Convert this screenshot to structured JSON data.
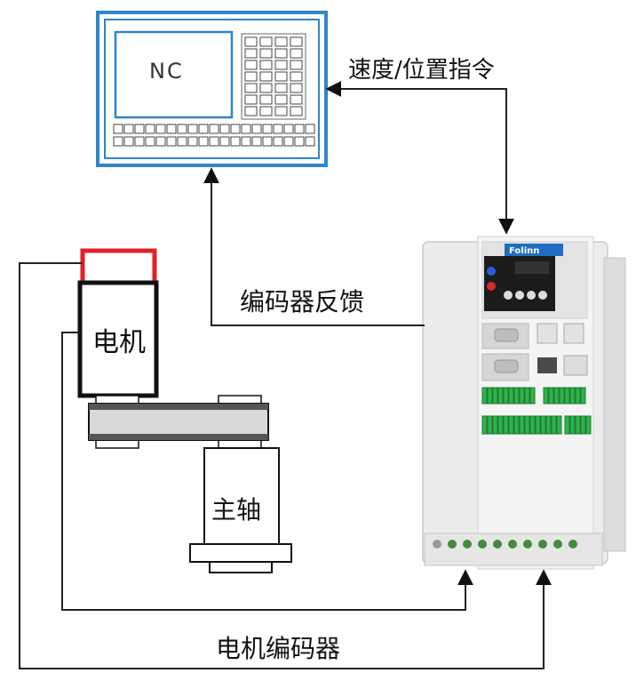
{
  "labels": {
    "nc": "NC",
    "command": "速度/位置指令",
    "feedback": "编码器反馈",
    "motor": "电机",
    "spindle": "主轴",
    "motor_encoder": "电机编码器",
    "brand": "Folinn"
  },
  "colors": {
    "nc_border": "#2f86c8",
    "line": "#222222",
    "motor_terminal": "#e0202a",
    "belt": "#d9d9d9",
    "drive_body": "#ededed",
    "terminal_green": "#2fb24a"
  }
}
